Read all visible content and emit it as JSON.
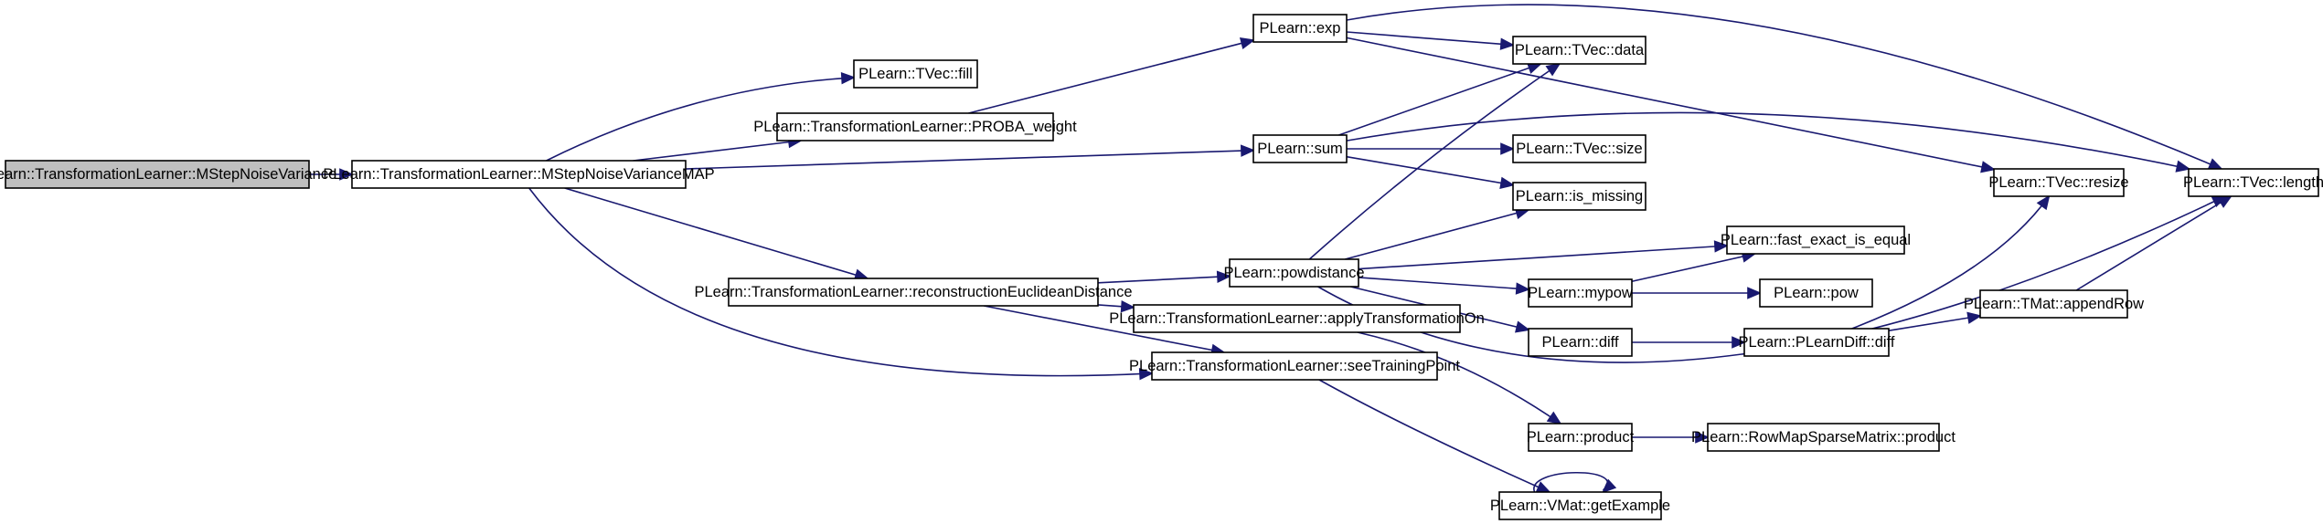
{
  "colors": {
    "edge": "#191970",
    "root_fill": "#bfbfbf",
    "node_fill": "#ffffff",
    "node_border": "#000000"
  },
  "nodes": {
    "mstep_noise_variance": "PLearn::TransformationLearner::MStepNoiseVariance",
    "mstep_noise_variance_map": "PLearn::TransformationLearner::MStepNoiseVarianceMAP",
    "tvec_fill": "PLearn::TVec::fill",
    "proba_weight": "PLearn::TransformationLearner::PROBA_weight",
    "exp": "PLearn::exp",
    "sum": "PLearn::sum",
    "tvec_data": "PLearn::TVec::data",
    "tvec_size": "PLearn::TVec::size",
    "is_missing": "PLearn::is_missing",
    "reconstruction_euclidean_distance": "PLearn::TransformationLearner::reconstructionEuclideanDistance",
    "powdistance": "PLearn::powdistance",
    "fast_exact_is_equal": "PLearn::fast_exact_is_equal",
    "mypow": "PLearn::mypow",
    "pow": "PLearn::pow",
    "diff": "PLearn::diff",
    "plearndiff_diff": "PLearn::PLearnDiff::diff",
    "apply_transformation_on": "PLearn::TransformationLearner::applyTransformationOn",
    "see_training_point": "PLearn::TransformationLearner::seeTrainingPoint",
    "product": "PLearn::product",
    "rowmap_product": "PLearn::RowMapSparseMatrix::product",
    "vmat_get_example": "PLearn::VMat::getExample",
    "tvec_resize": "PLearn::TVec::resize",
    "tvec_length": "PLearn::TVec::length",
    "tmat_append_row": "PLearn::TMat::appendRow"
  },
  "edges": [
    [
      "mstep_noise_variance",
      "mstep_noise_variance_map"
    ],
    [
      "mstep_noise_variance_map",
      "tvec_fill"
    ],
    [
      "mstep_noise_variance_map",
      "proba_weight"
    ],
    [
      "mstep_noise_variance_map",
      "sum"
    ],
    [
      "mstep_noise_variance_map",
      "reconstruction_euclidean_distance"
    ],
    [
      "mstep_noise_variance_map",
      "see_training_point"
    ],
    [
      "proba_weight",
      "exp"
    ],
    [
      "exp",
      "tvec_data"
    ],
    [
      "exp",
      "tvec_resize"
    ],
    [
      "exp",
      "tvec_length"
    ],
    [
      "sum",
      "tvec_data"
    ],
    [
      "sum",
      "tvec_size"
    ],
    [
      "sum",
      "is_missing"
    ],
    [
      "sum",
      "tvec_length"
    ],
    [
      "reconstruction_euclidean_distance",
      "powdistance"
    ],
    [
      "reconstruction_euclidean_distance",
      "apply_transformation_on"
    ],
    [
      "reconstruction_euclidean_distance",
      "see_training_point"
    ],
    [
      "powdistance",
      "tvec_data"
    ],
    [
      "powdistance",
      "is_missing"
    ],
    [
      "powdistance",
      "fast_exact_is_equal"
    ],
    [
      "powdistance",
      "mypow"
    ],
    [
      "powdistance",
      "diff"
    ],
    [
      "powdistance",
      "tvec_length"
    ],
    [
      "mypow",
      "fast_exact_is_equal"
    ],
    [
      "mypow",
      "pow"
    ],
    [
      "diff",
      "plearndiff_diff"
    ],
    [
      "plearndiff_diff",
      "tvec_resize"
    ],
    [
      "plearndiff_diff",
      "tmat_append_row"
    ],
    [
      "tmat_append_row",
      "tvec_length"
    ],
    [
      "apply_transformation_on",
      "product"
    ],
    [
      "product",
      "rowmap_product"
    ],
    [
      "see_training_point",
      "vmat_get_example"
    ],
    [
      "vmat_get_example",
      "vmat_get_example"
    ]
  ]
}
